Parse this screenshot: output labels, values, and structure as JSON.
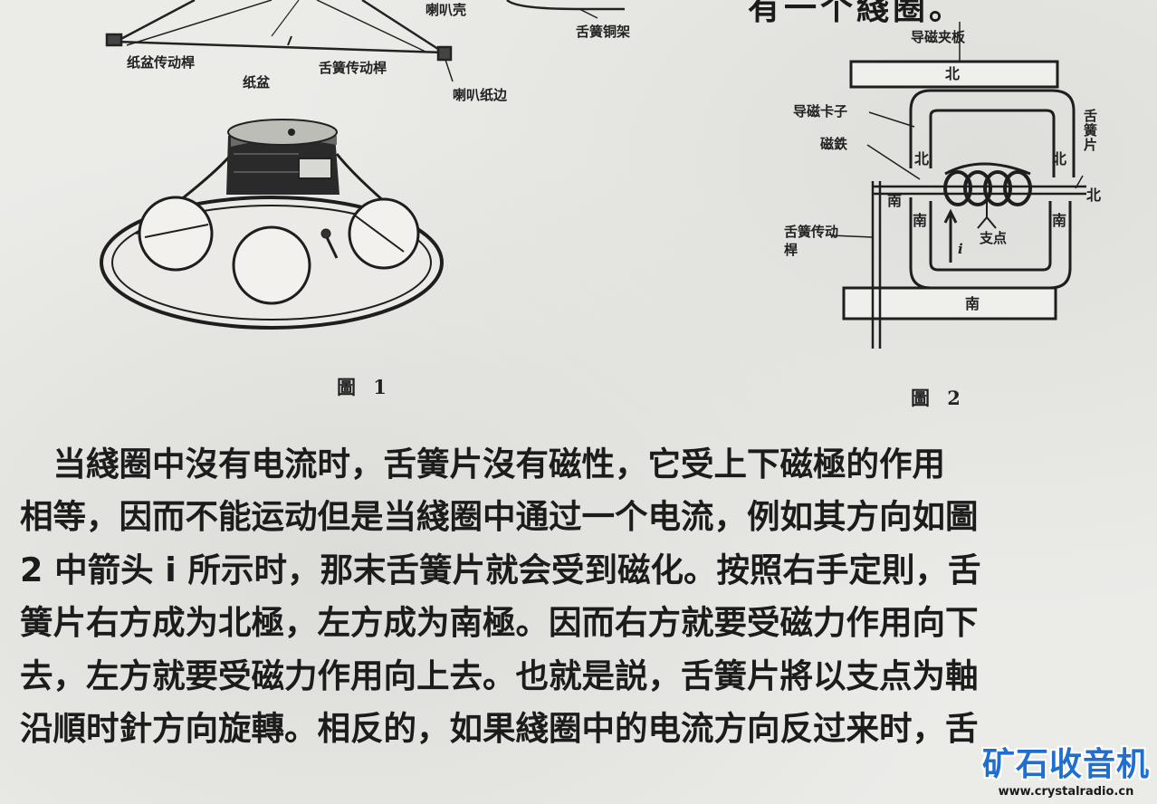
{
  "figure1": {
    "labels": {
      "paper_cone_rod": "纸盆传动桿",
      "paper_cone": "纸盆",
      "reed_rod": "舌簧传动桿",
      "horn_edge": "喇叭纸边",
      "horn_shell": "喇叭壳",
      "reed_frame": "舌簧铜架"
    },
    "caption": "圖 1"
  },
  "figure2": {
    "labels": {
      "guide_plate": "导磁夹板",
      "guide_clip": "导磁卡子",
      "magnet": "磁鉄",
      "reed_piece": "舌簧片",
      "reed_rod": "舌簧传动桿",
      "pivot": "支点",
      "current": "i",
      "north": "北",
      "south": "南"
    },
    "caption": "圖 2"
  },
  "top_fragment": "有一个綫圈。",
  "body": {
    "lines": [
      "　当綫圈中沒有电流时，舌簧片沒有磁性，它受上下磁極的作用",
      "相等，因而不能运动但是当綫圈中通过一个电流，例如其方向如圖",
      " 2 中箭头 i 所示时，那末舌簧片就会受到磁化。按照右手定則，舌",
      "簧片右方成为北極，左方成为南極。因而右方就要受磁力作用向下",
      "去，左方就要受磁力作用向上去。也就是説，舌簧片將以支点为軸",
      "沿順时針方向旋轉。相反的，如果綫圈中的电流方向反过来时，舌"
    ]
  },
  "watermark": {
    "text": "矿石收音机",
    "url": "www.crystalradio.cn",
    "color": "#1e6fd0"
  }
}
